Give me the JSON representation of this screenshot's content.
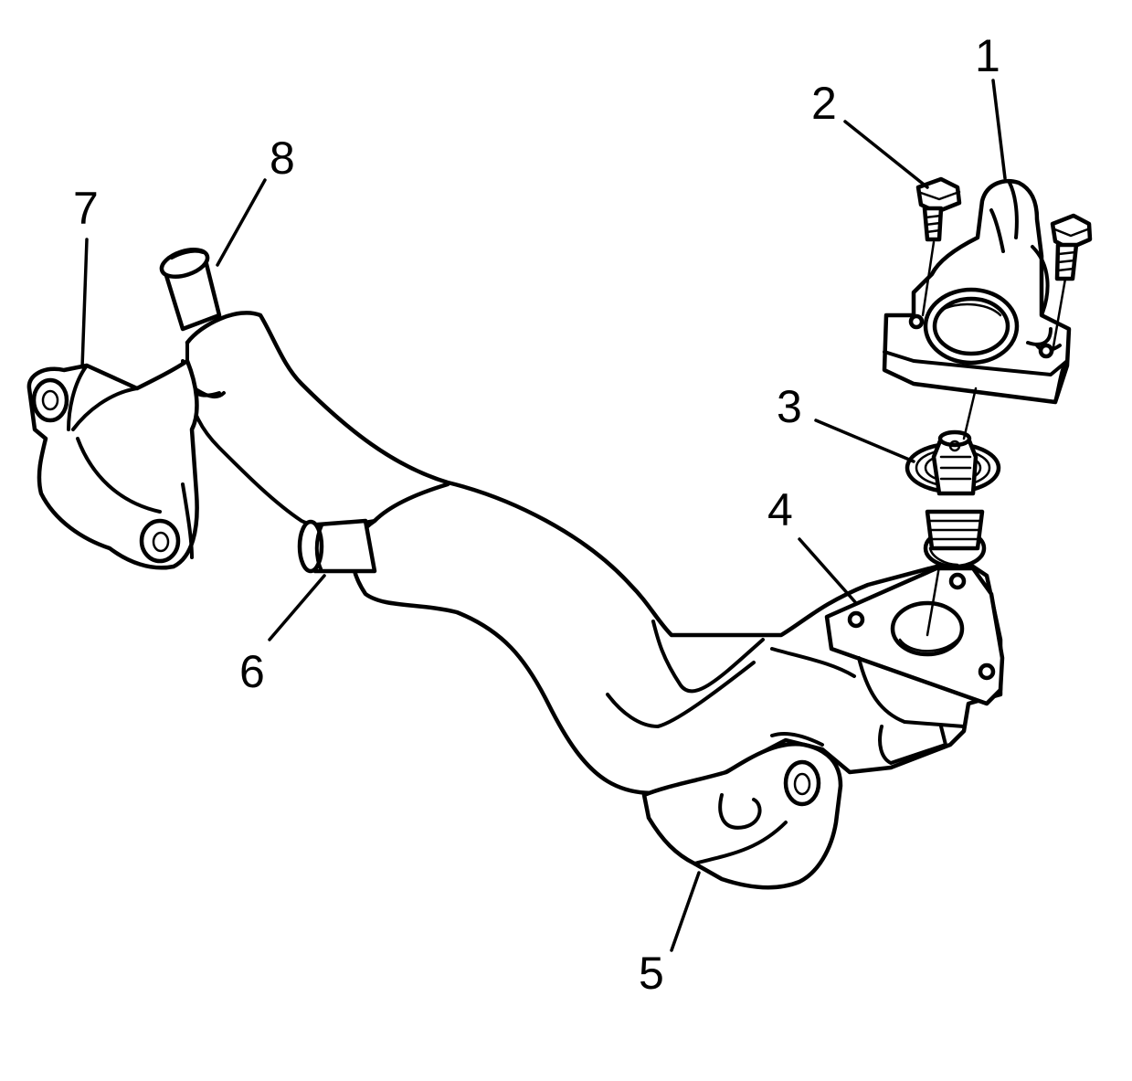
{
  "diagram": {
    "callouts": [
      {
        "id": "callout-1",
        "text": "1"
      },
      {
        "id": "callout-2",
        "text": "2"
      },
      {
        "id": "callout-3",
        "text": "3"
      },
      {
        "id": "callout-4",
        "text": "4"
      },
      {
        "id": "callout-5",
        "text": "5"
      },
      {
        "id": "callout-6",
        "text": "6"
      },
      {
        "id": "callout-7",
        "text": "7"
      },
      {
        "id": "callout-8",
        "text": "8"
      }
    ],
    "colors": {
      "line": "#000000",
      "background": "#ffffff"
    }
  }
}
